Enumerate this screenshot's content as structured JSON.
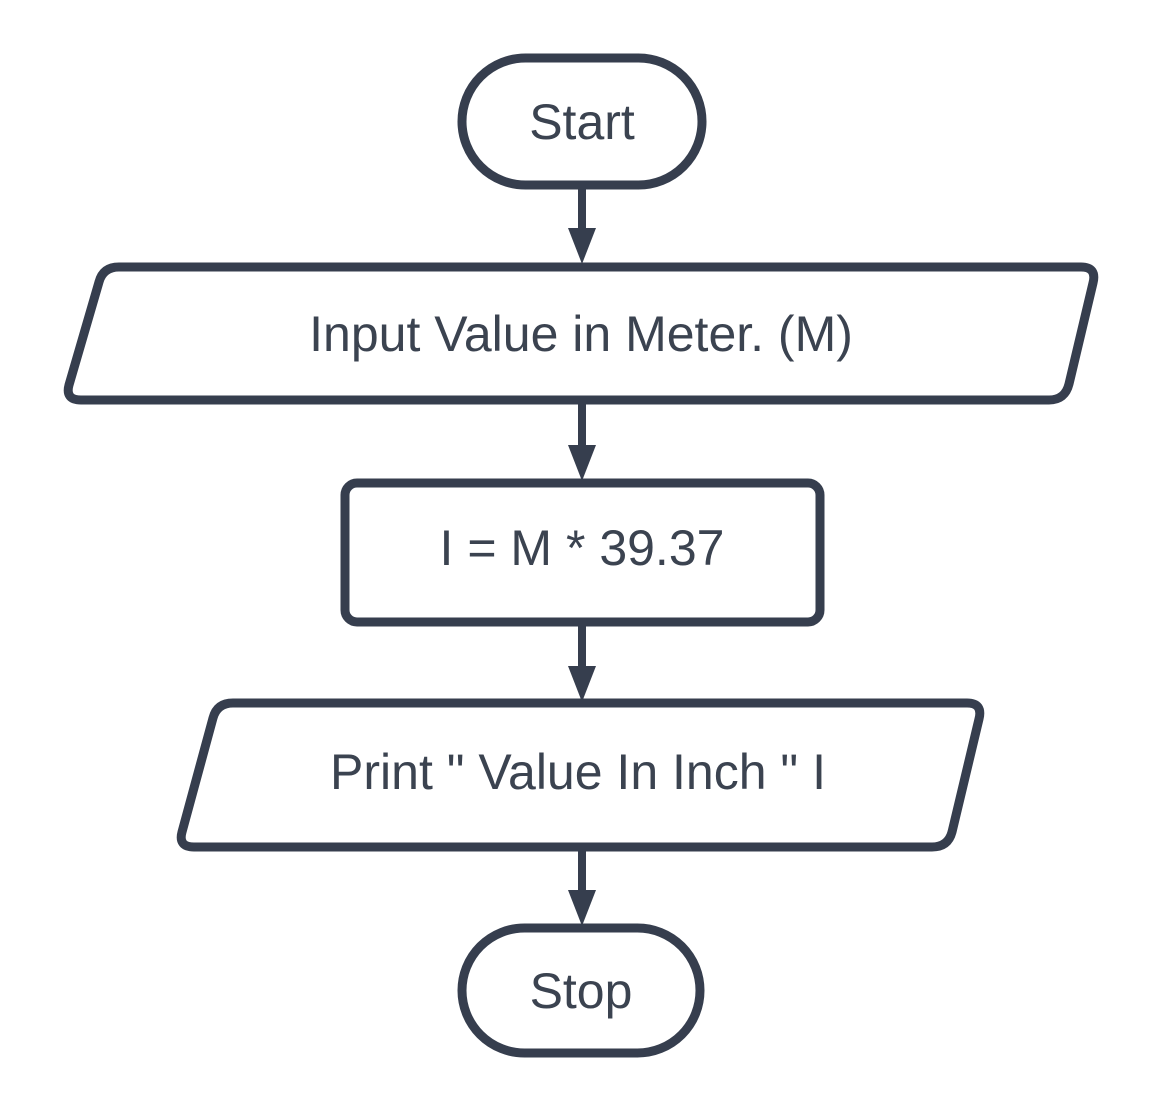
{
  "diagram": {
    "type": "flowchart",
    "background": "#ffffff",
    "stroke_color": "#363e4e",
    "text_color": "#3b4350",
    "nodes": [
      {
        "id": "start",
        "shape": "terminator",
        "label": "Start"
      },
      {
        "id": "input-meter",
        "shape": "parallelogram",
        "label": "Input Value in Meter. (M)"
      },
      {
        "id": "compute-inches",
        "shape": "process",
        "label": "I = M * 39.37"
      },
      {
        "id": "print-result",
        "shape": "parallelogram",
        "label": "Print \" Value In Inch \" I"
      },
      {
        "id": "stop",
        "shape": "terminator",
        "label": "Stop"
      }
    ],
    "edges": [
      {
        "from": "start",
        "to": "input-meter"
      },
      {
        "from": "input-meter",
        "to": "compute-inches"
      },
      {
        "from": "compute-inches",
        "to": "print-result"
      },
      {
        "from": "print-result",
        "to": "stop"
      }
    ]
  }
}
